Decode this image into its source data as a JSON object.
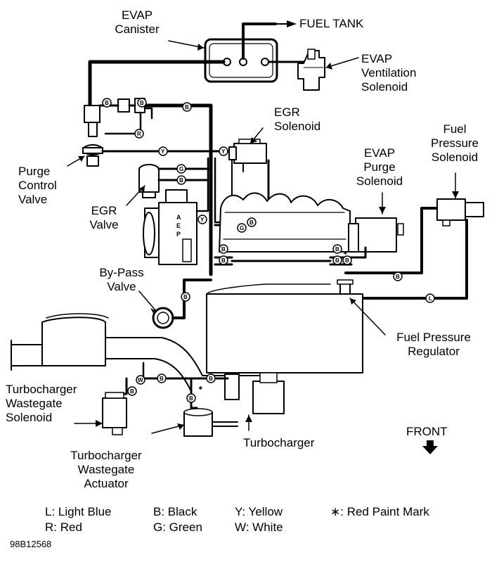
{
  "labels": {
    "evap_canister": [
      "EVAP",
      "Canister"
    ],
    "fuel_tank": "FUEL TANK",
    "evap_ventilation_solenoid": [
      "EVAP",
      "Ventilation",
      "Solenoid"
    ],
    "egr_solenoid": [
      "EGR",
      "Solenoid"
    ],
    "fuel_pressure_solenoid": [
      "Fuel",
      "Pressure",
      "Solenoid"
    ],
    "evap_purge_solenoid": [
      "EVAP",
      "Purge",
      "Solenoid"
    ],
    "purge_control_valve": [
      "Purge",
      "Control",
      "Valve"
    ],
    "egr_valve": [
      "EGR",
      "Valve"
    ],
    "bypass_valve": [
      "By-Pass",
      "Valve"
    ],
    "fuel_pressure_regulator": [
      "Fuel Pressure",
      "Regulator"
    ],
    "turbo_wastegate_solenoid": [
      "Turbocharger",
      "Wastegate",
      "Solenoid"
    ],
    "turbocharger": "Turbocharger",
    "turbo_wastegate_actuator": [
      "Turbocharger",
      "Wastegate",
      "Actuator"
    ],
    "front": "FRONT",
    "aep_mark": [
      "A",
      "E",
      "P"
    ]
  },
  "legend": [
    {
      "code": "L:",
      "color": "Light Blue"
    },
    {
      "code": "B:",
      "color": "Black"
    },
    {
      "code": "Y:",
      "color": "Yellow"
    },
    {
      "code": "★:",
      "color": "Red Paint Mark"
    },
    {
      "code": "R:",
      "color": "Red"
    },
    {
      "code": "G:",
      "color": "Green"
    },
    {
      "code": "W:",
      "color": "White"
    }
  ],
  "legend_text": {
    "l": "L: Light Blue",
    "b": "B: Black",
    "y": "Y: Yellow",
    "star": "∗: Red Paint Mark",
    "r": "R: Red",
    "g": "G: Green",
    "w": "W: White"
  },
  "figure_code": "98B12568",
  "hose_tags": {
    "b": "B",
    "r": "R",
    "y": "Y",
    "g": "G",
    "l": "L",
    "w": "W",
    "star": "∗"
  },
  "icons": {
    "front_arrow": "arrow-down-icon"
  }
}
